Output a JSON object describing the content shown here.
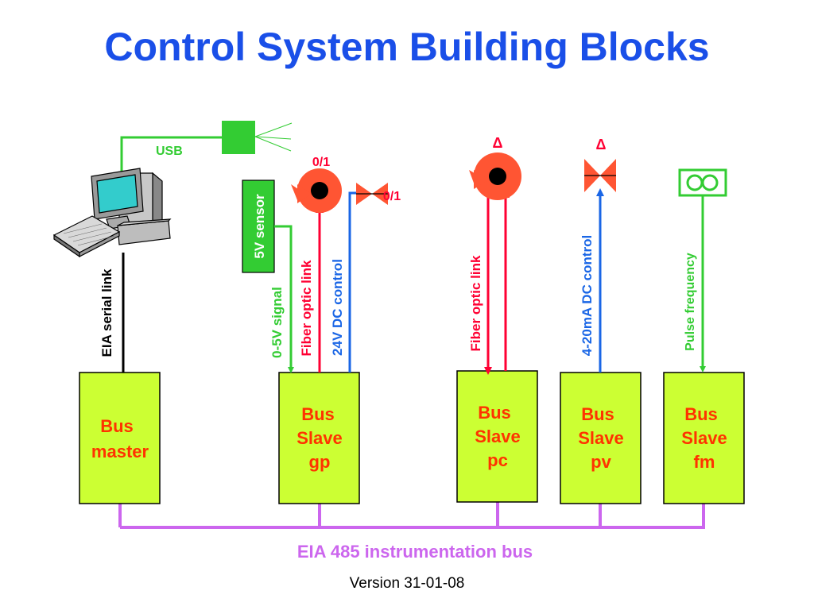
{
  "title": "Control System Building Blocks",
  "version": "Version 31-01-08",
  "colors": {
    "title": "#1a4fe8",
    "box_fill": "#ccff33",
    "box_text": "#ff3300",
    "green": "#33cc33",
    "red": "#ff0033",
    "blue": "#1a66e6",
    "purple": "#cc66ee",
    "black": "#000000"
  },
  "labels": {
    "usb": "USB",
    "eia_serial": "EIA serial link",
    "sensor": "5V sensor",
    "signal": "0-5V signal",
    "fiber_gp": "Fiber optic link",
    "dc24": "24V DC control",
    "state_pump": "0/1",
    "state_valve": "0/1",
    "fiber_pc": "Fiber optic link",
    "delta_pc": "Δ",
    "ma_control": "4-20mA DC control",
    "delta_pv": "Δ",
    "pulse": "Pulse frequency",
    "bus": "EIA 485 instrumentation bus"
  },
  "boxes": {
    "master": [
      "Bus",
      "master"
    ],
    "gp": [
      "Bus",
      "Slave",
      "gp"
    ],
    "pc": [
      "Bus",
      "Slave",
      "pc"
    ],
    "pv": [
      "Bus",
      "Slave",
      "pv"
    ],
    "fm": [
      "Bus",
      "Slave",
      "fm"
    ]
  },
  "icons": [
    "computer-icon",
    "usb-plug-icon",
    "pump-icon",
    "valve-icon",
    "flow-meter-icon"
  ]
}
